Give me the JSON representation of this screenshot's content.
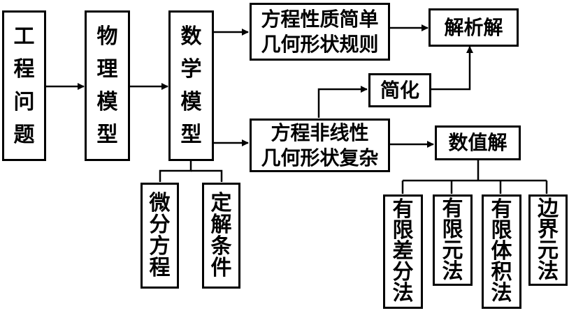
{
  "nodes": {
    "engineering_problem": "工程问题",
    "physical_model": "物理模型",
    "math_model": "数学模型",
    "differential_equation": "微分方程",
    "solution_conditions": "定解条件",
    "simple_case_line1": "方程性质简单",
    "simple_case_line2": "几何形状规则",
    "complex_case_line1": "方程非线性",
    "complex_case_line2": "几何形状复杂",
    "simplify": "简化",
    "analytical_solution": "解析解",
    "numerical_solution": "数值解",
    "finite_difference": "有限差分法",
    "finite_element": "有限元法",
    "finite_volume": "有限体积法",
    "boundary_element": "边界元法"
  }
}
